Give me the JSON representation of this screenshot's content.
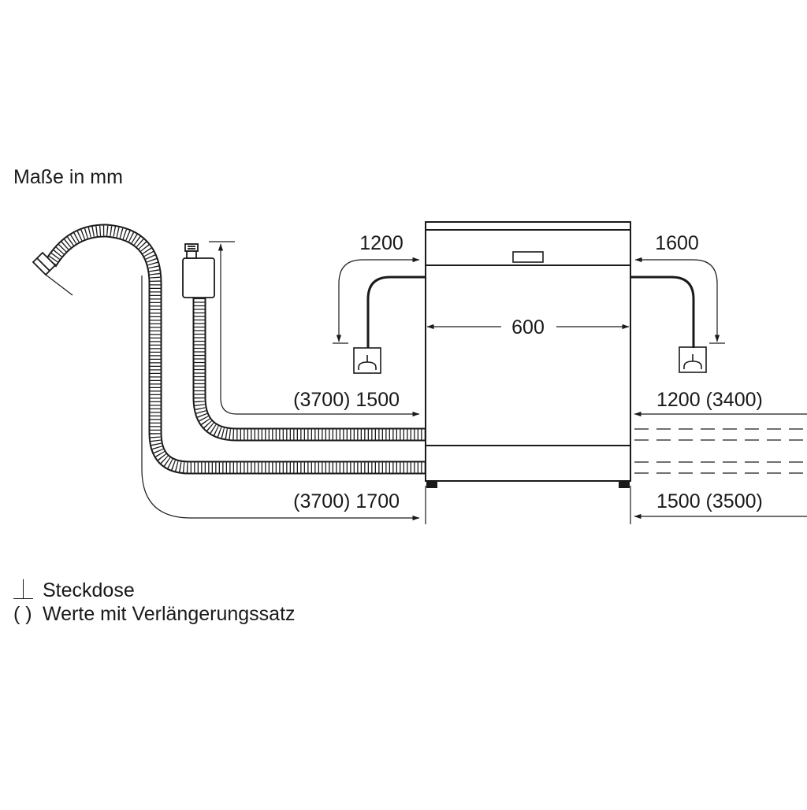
{
  "title": "Maße in mm",
  "dimensions": {
    "top_left": "1200",
    "top_right": "1600",
    "width": "600",
    "left_upper": "(3700) 1500",
    "right_upper": "1200 (3400)",
    "left_lower": "(3700) 1700",
    "right_lower": "1500 (3500)"
  },
  "legend": {
    "socket_symbol": "⏊",
    "socket_label": "Steckdose",
    "paren_symbol": "( )",
    "paren_label": "Werte mit Verlängerungssatz"
  },
  "colors": {
    "line": "#1a1a1a",
    "background": "#ffffff"
  }
}
